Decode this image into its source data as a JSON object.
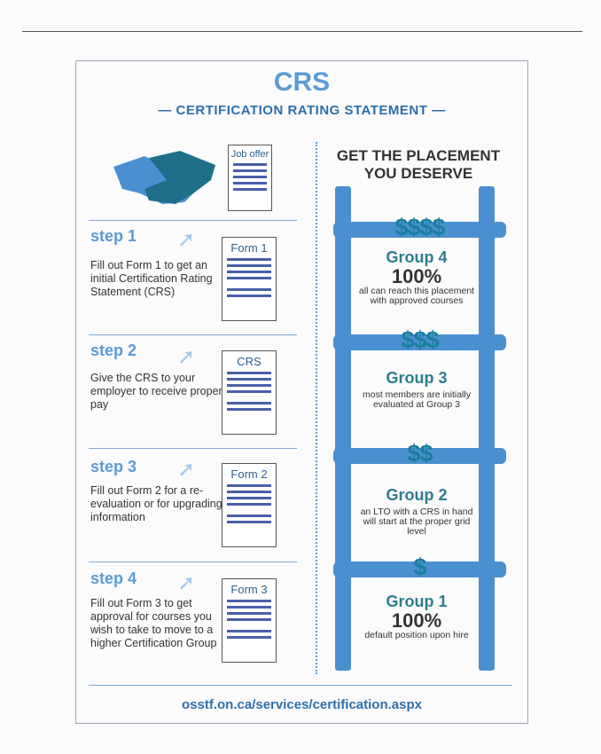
{
  "header": {
    "title": "CRS",
    "subtitle": "— CERTIFICATION RATING STATEMENT —"
  },
  "job_offer": {
    "label": "Job offer"
  },
  "steps": [
    {
      "title": "step 1",
      "text": "Fill out Form 1 to get an initial Certification Rating Statement (CRS)",
      "doc": "Form 1"
    },
    {
      "title": "step 2",
      "text": "Give the CRS to your employer to receive proper pay",
      "doc": "CRS"
    },
    {
      "title": "step 3",
      "text": "Fill out Form 2 for a re-evaluation or for upgrading information",
      "doc": "Form 2"
    },
    {
      "title": "step 4",
      "text": "Fill out Form 3 to get approval for courses you wish to take to move to a higher Certification Group",
      "doc": "Form 3"
    }
  ],
  "ladder": {
    "heading": "GET THE PLACEMENT YOU DESERVE",
    "groups": [
      {
        "dollars": "$$$$",
        "name": "Group 4",
        "pct": "100%",
        "desc": "all can reach this placement with approved courses"
      },
      {
        "dollars": "$$$",
        "name": "Group 3",
        "pct": "",
        "desc": "most members are initially evaluated at Group 3"
      },
      {
        "dollars": "$$",
        "name": "Group 2",
        "pct": "",
        "desc": "an LTO with a CRS in hand will start at the proper grid level"
      },
      {
        "dollars": "$",
        "name": "Group 1",
        "pct": "100%",
        "desc": "default position upon hire"
      }
    ]
  },
  "footer": {
    "url": "osstf.on.ca/services/certification.aspx"
  }
}
